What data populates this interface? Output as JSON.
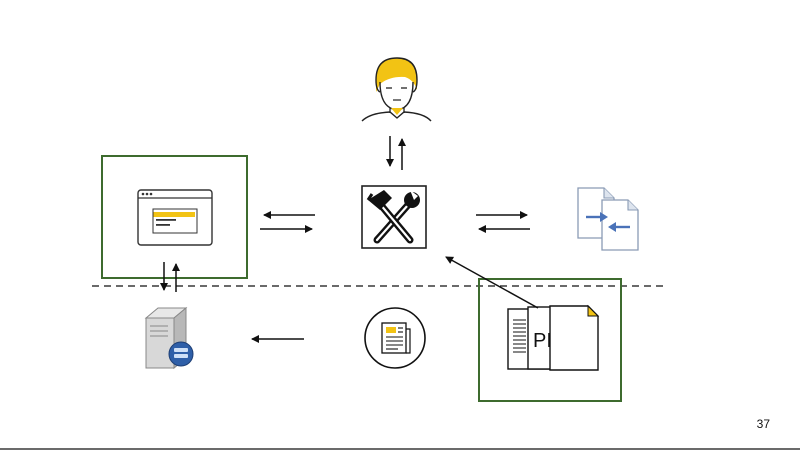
{
  "slide": {
    "page_number": "37",
    "rule_color": "#6b6b6b",
    "divider_color": "#111111"
  },
  "nodes": {
    "user": {
      "icon": "user-avatar-icon",
      "hair_color": "#f2c314"
    },
    "tools": {
      "icon": "hammer-wrench-icon"
    },
    "browser": {
      "icon": "browser-window-icon",
      "accent": "#f2c314",
      "frame_color": "#3d6b2e"
    },
    "documents": {
      "icon": "document-compare-icon",
      "accent": "#4a72b8"
    },
    "server": {
      "icon": "server-database-icon",
      "accent": "#2f5fa8"
    },
    "newspaper": {
      "icon": "newspaper-icon",
      "accent": "#f2c314"
    },
    "pdf": {
      "icon": "pdf-pages-icon",
      "label": "PI",
      "accent": "#f2c314",
      "frame_color": "#3d6b2e"
    }
  },
  "arrows": [
    {
      "id": "user-tools",
      "type": "bidirectional"
    },
    {
      "id": "browser-tools",
      "type": "bidirectional"
    },
    {
      "id": "tools-documents",
      "type": "bidirectional"
    },
    {
      "id": "browser-server",
      "type": "bidirectional"
    },
    {
      "id": "newspaper-server",
      "type": "unidirectional"
    },
    {
      "id": "pdf-tools",
      "type": "unidirectional"
    }
  ]
}
